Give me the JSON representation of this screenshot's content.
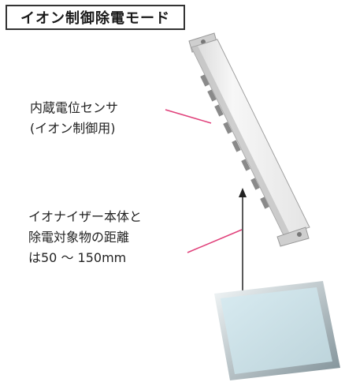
{
  "title": "イオン制御除電モード",
  "sensor_label": {
    "line1": "内蔵電位センサ",
    "line2": "(イオン制御用)"
  },
  "distance_label": {
    "line1": "イオナイザー本体と",
    "line2": "除電対象物の距離",
    "line3": "は50 ～ 150mm"
  },
  "colors": {
    "leader_line": "#e0407a",
    "arrow": "#222222",
    "ionizer_body": "#f2f2f2",
    "target_object": "#c9dfe6"
  }
}
